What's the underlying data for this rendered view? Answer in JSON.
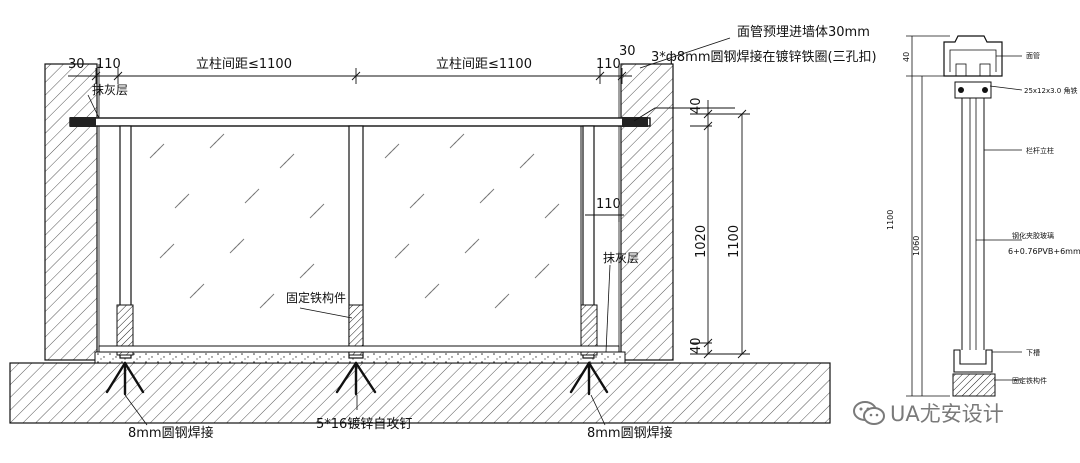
{
  "elevation": {
    "top_note": "面管预埋进墙体30mm",
    "top_note2": "3*ф8mm圆钢焊接在镀锌铁圈(三孔扣)",
    "dim_30_left": "30",
    "dim_110_left": "110",
    "span_left": "立柱间距≤1100",
    "span_right": "立柱间距≤1100",
    "dim_110_right": "110",
    "dim_30_right": "30",
    "plaster_left": "抹灰层",
    "plaster_right": "抹灰层",
    "dim_110_mid": "110",
    "dim_1020": "1020",
    "dim_1100": "1100",
    "dim_40_top": "40",
    "dim_40_bottom": "40",
    "fixing_iron": "固定铁构件",
    "weld_left": "8mm圆钢焊接",
    "screw": "5*16镀锌自攻钉",
    "weld_right": "8mm圆钢焊接"
  },
  "section": {
    "label_handrail": "面管",
    "label_steel": "25x12x3.0 角铁",
    "label_post": "栏杆立柱",
    "label_glass": "钢化夹胶玻璃",
    "label_glass_spec": "6+0.76PVB+6mm",
    "label_bottom": "下槽",
    "label_fix": "固定铁构件",
    "dim_40": "40",
    "dim_1100": "1100",
    "dim_1060": "1060"
  },
  "watermark": {
    "text": "UA尤安设计",
    "icon": "wechat-icon"
  }
}
